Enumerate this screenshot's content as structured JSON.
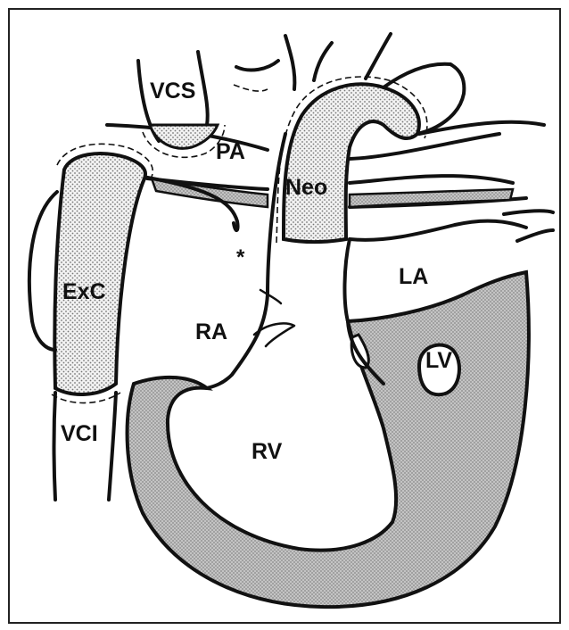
{
  "labels": {
    "vcs": "VCS",
    "pa": "PA",
    "neo": "Neo",
    "exc": "ExC",
    "la": "LA",
    "ra": "RA",
    "lv": "LV",
    "rv": "RV",
    "vci": "VCI",
    "asterisk": "*"
  },
  "colors": {
    "ink": "#111111",
    "myocardium_fill": "#bdbdbd",
    "conduit_fill": "#e4e4e4",
    "background": "#ffffff"
  }
}
